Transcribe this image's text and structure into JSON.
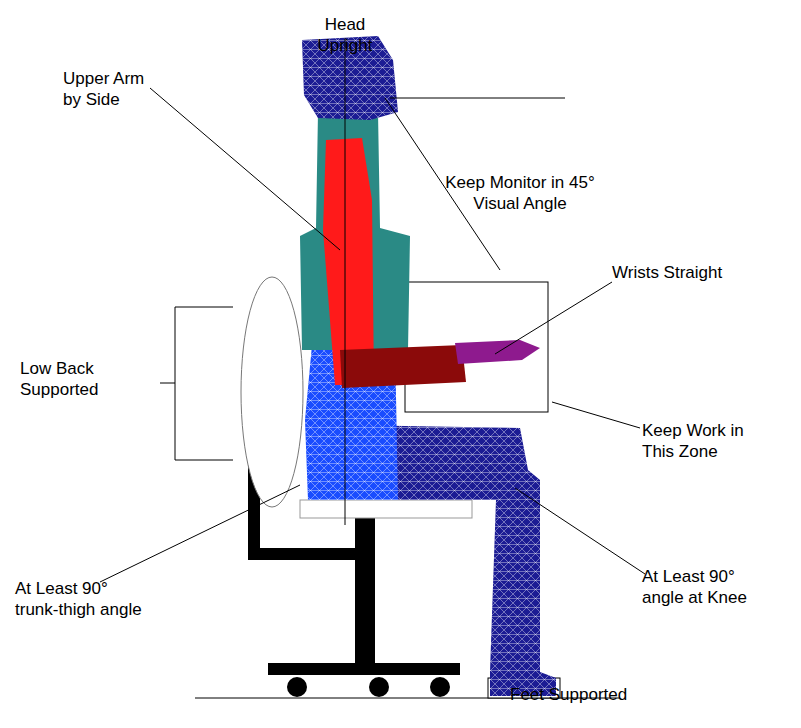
{
  "diagram": {
    "labels": [
      "Head Upright",
      "Upper Arm by Side",
      "Keep Monitor in 45° Visual Angle",
      "Wrists Straight",
      "Low Back Supported",
      "Keep Work in This Zone",
      "At Least 90° trunk-thigh angle",
      "At Least 90° angle at Knee",
      "Feet Supported"
    ]
  }
}
